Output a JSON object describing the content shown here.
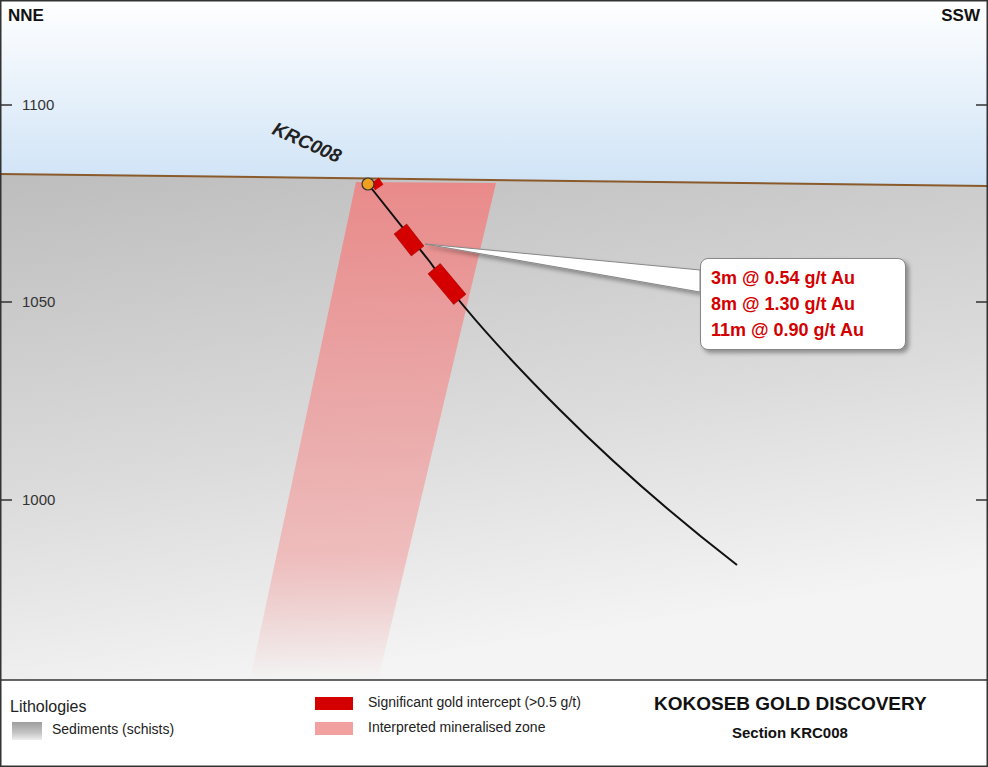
{
  "diagram": {
    "title": "KOKOSEB GOLD DISCOVERY",
    "caption": "Section KRC008",
    "nodes": [
      {
        "text": [
          "3m @ 0.54 g/t Au",
          "8m @ 1.30 g/t Au",
          "11m @ 0.90 g/t Au"
        ]
      }
    ],
    "labels": [
      "NNE",
      "SSW",
      "1100",
      "1050",
      "1000",
      "KRC008",
      "Lithologies"
    ],
    "legend": [
      {
        "text": "Sediments (schists)",
        "color": "#c4c4c4"
      },
      {
        "text": "Significant gold intercept (>0.5 g/t)",
        "color": "#d40000"
      },
      {
        "text": "Interpreted mineralised zone",
        "color": "#f2a0a0"
      }
    ]
  }
}
